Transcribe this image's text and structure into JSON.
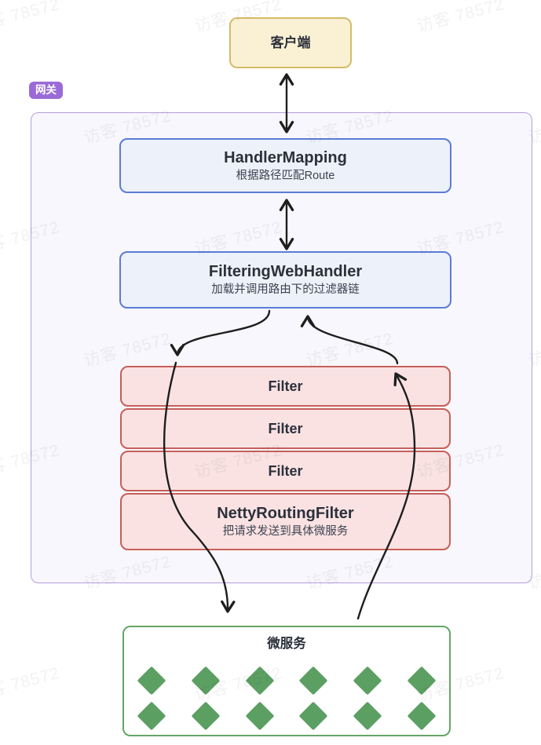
{
  "watermark": {
    "text": "访客 78572"
  },
  "client": {
    "label": "客户端"
  },
  "gateway": {
    "badge_label": "网关",
    "handler_mapping": {
      "title": "HandlerMapping",
      "subtitle": "根据路径匹配Route"
    },
    "filtering_web_handler": {
      "title": "FilteringWebHandler",
      "subtitle": "加载并调用路由下的过滤器链"
    },
    "filters": [
      {
        "label": "Filter"
      },
      {
        "label": "Filter"
      },
      {
        "label": "Filter"
      }
    ],
    "netty_routing_filter": {
      "title": "NettyRoutingFilter",
      "subtitle": "把请求发送到具体微服务"
    }
  },
  "microservices": {
    "title": "微服务",
    "diamond_rows": 2,
    "diamonds_per_row": 6
  },
  "colors": {
    "client_bg": "#faf1d4",
    "client_border": "#d5bb68",
    "badge_bg": "#9a6bd8",
    "badge_text": "#ffffff",
    "container_bg": "#f8f7fd",
    "container_border": "#b49fdf",
    "blue_bg": "#edf1fa",
    "blue_border": "#5b7cd6",
    "red_bg": "#fae2e2",
    "red_border": "#c75f59",
    "green_bg": "#ffffff",
    "green_border": "#64a568",
    "diamond": "#5c9f63",
    "arrow": "#1e1e1e",
    "title_text": "#2b303b",
    "subtitle_text": "#3c4250",
    "watermark_text": "rgba(0,0,0,0.055)"
  }
}
